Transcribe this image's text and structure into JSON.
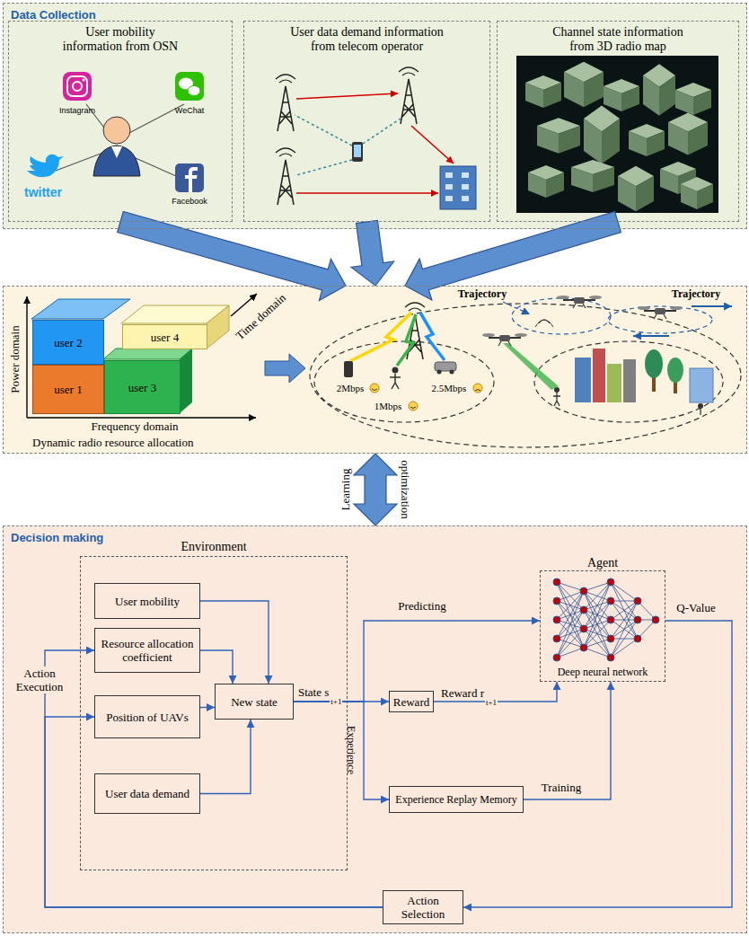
{
  "diagram": {
    "nodes": [
      {
        "text": [
          "Data Collection"
        ]
      },
      {
        "text": [
          "User mobility information from OSN"
        ],
        "in": 0
      },
      {
        "text": [
          "User data demand information from telecom operator"
        ],
        "in": 0
      },
      {
        "text": [
          "Channel state information from 3D radio map"
        ],
        "in": 0
      },
      {
        "text": [
          "Dynamic radio resource allocation"
        ]
      },
      {
        "text": [
          "user 1"
        ],
        "in": 4
      },
      {
        "text": [
          "user 2"
        ],
        "in": 4
      },
      {
        "text": [
          "user 3"
        ],
        "in": 4
      },
      {
        "text": [
          "user 4"
        ],
        "in": 4
      },
      {
        "text": [
          "Decision making"
        ]
      },
      {
        "text": [
          "Environment"
        ],
        "in": 9
      },
      {
        "text": [
          "User mobility"
        ],
        "in": 10
      },
      {
        "text": [
          "Resource allocation coefficient"
        ],
        "in": 10
      },
      {
        "text": [
          "Position of UAVs"
        ],
        "in": 10
      },
      {
        "text": [
          "User data demand"
        ],
        "in": 10
      },
      {
        "text": [
          "New state"
        ],
        "in": 10
      },
      {
        "text": [
          "Reward"
        ],
        "in": 9
      },
      {
        "text": [
          "Experience Replay Memory"
        ],
        "in": 9
      },
      {
        "text": [
          "Agent",
          "Deep neural network"
        ],
        "in": 9
      },
      {
        "text": [
          "Action Selection"
        ],
        "in": 9
      }
    ],
    "edges": [
      {
        "from": 1,
        "to": 4,
        "arrow": "to"
      },
      {
        "from": 2,
        "to": 4,
        "arrow": "to"
      },
      {
        "from": 3,
        "to": 4,
        "arrow": "to"
      },
      {
        "from": 4,
        "to": 9,
        "arrow": "both",
        "label": "optimization"
      },
      {
        "from": 11,
        "to": 15,
        "arrow": "to"
      },
      {
        "from": 12,
        "to": 15,
        "arrow": "to"
      },
      {
        "from": 13,
        "to": 15,
        "arrow": "to"
      },
      {
        "from": 14,
        "to": 15,
        "arrow": "to"
      },
      {
        "from": 15,
        "to": 18,
        "arrow": "to",
        "label": "Predicting"
      },
      {
        "from": 15,
        "to": 16,
        "arrow": "to"
      },
      {
        "from": 15,
        "to": 17,
        "arrow": "to",
        "label": "Experience"
      },
      {
        "from": 16,
        "to": 18,
        "arrow": "to"
      },
      {
        "from": 17,
        "to": 18,
        "arrow": "to",
        "label": "Training"
      },
      {
        "from": 18,
        "to": 19,
        "arrow": "to",
        "label": "Q-Value"
      },
      {
        "from": 19,
        "to": 12,
        "arrow": "to"
      },
      {
        "from": 19,
        "to": 13,
        "arrow": "to"
      }
    ],
    "labels": [
      "Instagram",
      "WeChat",
      "twitter",
      "Facebook",
      "Power domain",
      "Frequency domain",
      "Time domain",
      "Trajectory",
      "Trajectory",
      "2Mbps",
      "2.5Mbps",
      "1Mbps",
      "Learning",
      "Action Execution",
      "State s",
      "t+1",
      "Reward r",
      "t+1"
    ]
  }
}
